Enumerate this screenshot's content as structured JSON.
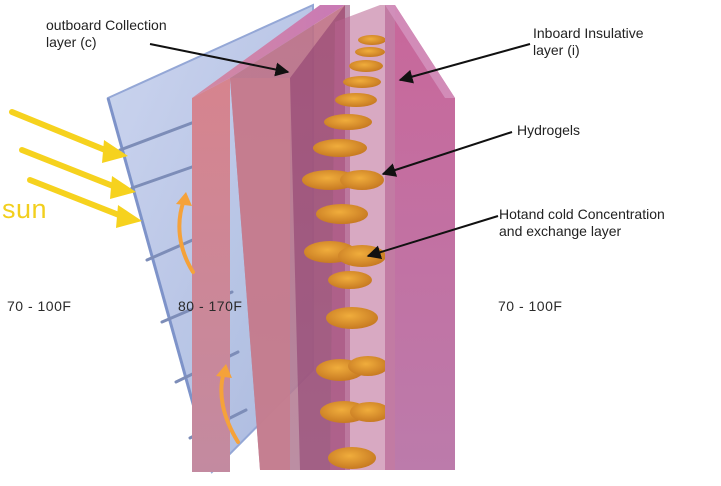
{
  "labels": {
    "outboard_line1": "outboard Collection",
    "outboard_line2": "layer (c)",
    "inboard_line1": "Inboard Insulative",
    "inboard_line2": "layer (i)",
    "hydrogels": "Hydrogels",
    "exchange_line1": "Hotand cold Concentration",
    "exchange_line2": "and exchange layer",
    "sun": "sun"
  },
  "temperatures": {
    "outside": "70 - 100F",
    "collection": "80 - 170F",
    "inside": "70 - 100F"
  },
  "colors": {
    "sun": "#f2cf1d",
    "sun_arrow": "#f6d21e",
    "heat_arrow": "#f5a23a",
    "glass_panel": "#aabbe0",
    "wall": "#c07a88",
    "wall_inner": "#b86a9a",
    "hydrogel": "#e0962e",
    "leader_line": "#111111"
  }
}
